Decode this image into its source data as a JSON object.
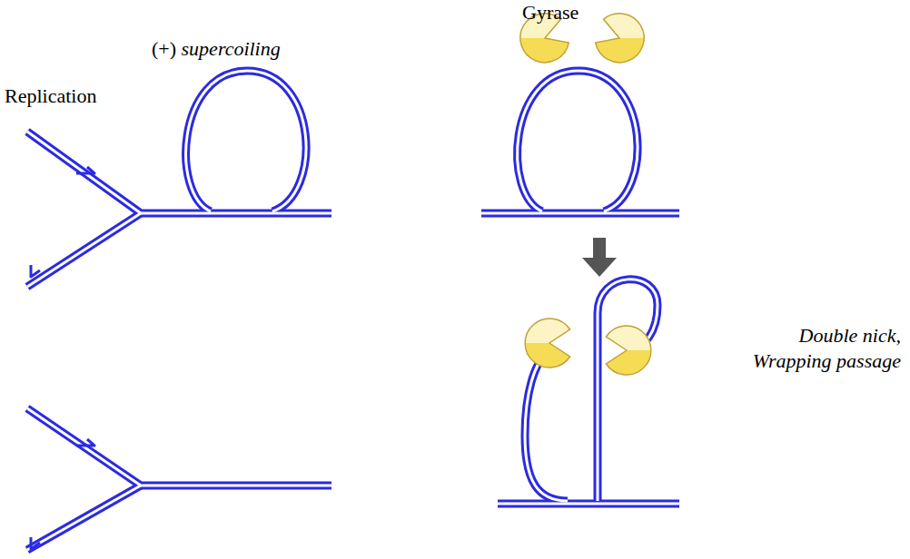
{
  "diagram": {
    "labels": [
      "Replication",
      "(+) supercoiling",
      "Gyrase",
      "Double nick, Wrapping passage"
    ]
  }
}
